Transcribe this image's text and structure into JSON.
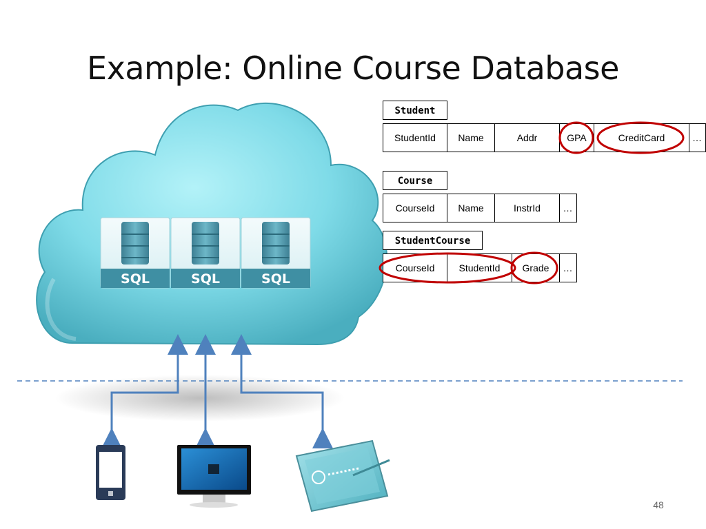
{
  "slide": {
    "title": "Example: Online Course Database",
    "page_number": "48"
  },
  "cloud": {
    "databases": [
      {
        "label": "SQL"
      },
      {
        "label": "SQL"
      },
      {
        "label": "SQL"
      }
    ]
  },
  "tables": {
    "student": {
      "name": "Student",
      "columns": [
        "StudentId",
        "Name",
        "Addr",
        "GPA",
        "CreditCard",
        "…"
      ],
      "highlighted": [
        "GPA",
        "CreditCard"
      ]
    },
    "course": {
      "name": "Course",
      "columns": [
        "CourseId",
        "Name",
        "InstrId",
        "…"
      ],
      "highlighted": []
    },
    "student_course": {
      "name": "StudentCourse",
      "columns": [
        "CourseId",
        "StudentId",
        "Grade",
        "…"
      ],
      "highlighted": [
        "CourseId",
        "StudentId",
        "Grade"
      ]
    }
  },
  "devices": [
    "phone",
    "desktop-monitor",
    "tablet"
  ],
  "colors": {
    "cloud_light": "#8ee4ef",
    "cloud_dark": "#4fb7c7",
    "arrow": "#4f81bd",
    "highlight_ring": "#c00000",
    "dashed_line": "#4f81bd",
    "sql_band": "#3f8fa3"
  }
}
